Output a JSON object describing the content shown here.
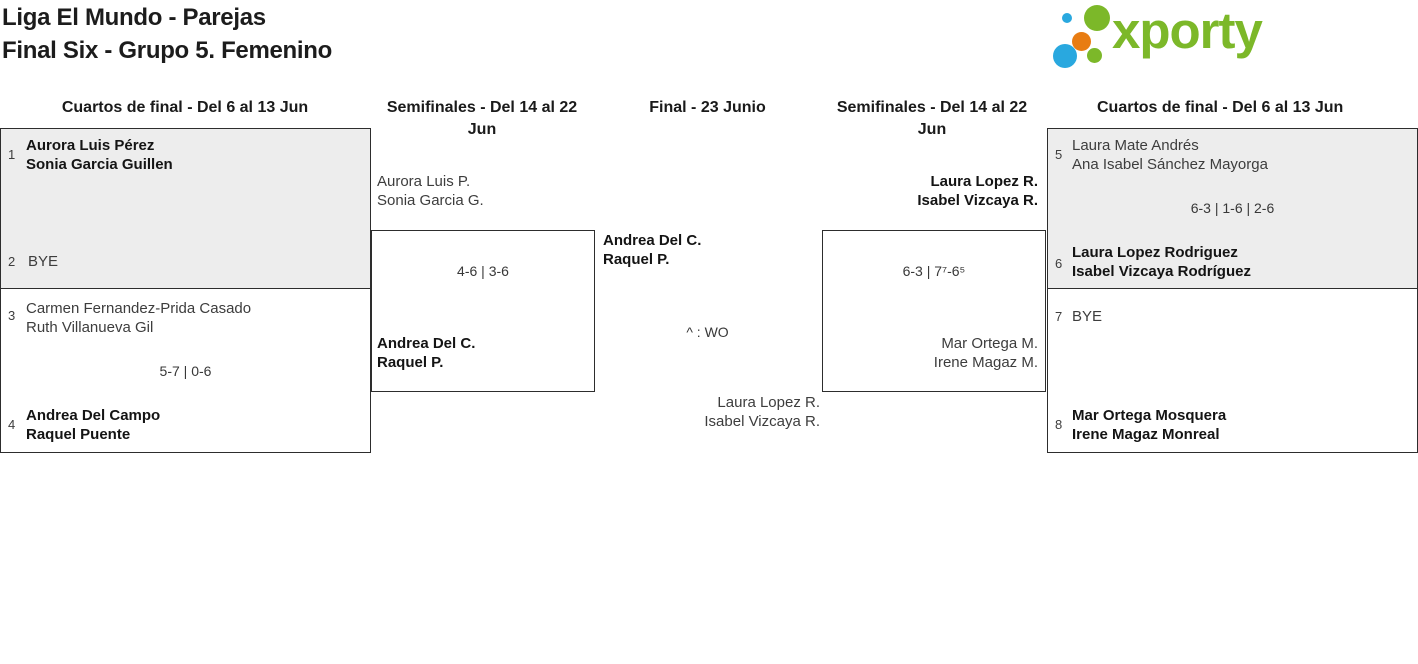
{
  "header": {
    "title_line1": "Liga El Mundo - Parejas",
    "title_line2": "Final Six - Grupo 5. Femenino"
  },
  "logo": {
    "text": "xporty",
    "brand_green": "#7cb829",
    "brand_blue": "#29a8df",
    "brand_orange": "#e87c12"
  },
  "round_headers": {
    "qf_left": "Cuartos de final - Del 6 al 13 Jun",
    "sf_left": "Semifinales - Del 14 al 22 Jun",
    "final": "Final - 23 Junio",
    "sf_right": "Semifinales - Del 14 al 22 Jun",
    "qf_right": "Cuartos de final - Del 6 al 13 Jun"
  },
  "matches": {
    "qf1": {
      "seed_top": "1",
      "team_top": [
        "Aurora Luis Pérez",
        "Sonia Garcia Guillen"
      ],
      "seed_bottom": "2",
      "team_bottom": [
        "BYE"
      ]
    },
    "qf2": {
      "seed_top": "3",
      "team_top": [
        "Carmen Fernandez-Prida Casado",
        "Ruth Villanueva Gil"
      ],
      "score": "5-7 | 0-6",
      "seed_bottom": "4",
      "team_bottom": [
        "Andrea Del Campo",
        "Raquel Puente"
      ]
    },
    "sf1": {
      "team_top": [
        "Aurora Luis P.",
        "Sonia Garcia G."
      ],
      "score": "4-6 | 3-6",
      "team_bottom": [
        "Andrea Del C.",
        "Raquel P."
      ]
    },
    "final": {
      "team_top": [
        "Andrea Del C.",
        "Raquel P."
      ],
      "score": "^ : WO",
      "team_bottom": [
        "Laura Lopez R.",
        "Isabel Vizcaya R."
      ]
    },
    "sf2": {
      "team_top": [
        "Laura Lopez R.",
        "Isabel Vizcaya R."
      ],
      "score": "6-3 | 7⁷-6⁵",
      "team_bottom": [
        "Mar Ortega M.",
        "Irene Magaz M."
      ]
    },
    "qf3": {
      "seed_top": "5",
      "team_top": [
        "Laura Mate Andrés",
        "Ana Isabel Sánchez Mayorga"
      ],
      "score": "6-3 | 1-6 | 2-6",
      "seed_bottom": "6",
      "team_bottom": [
        "Laura Lopez Rodriguez",
        "Isabel Vizcaya Rodríguez"
      ]
    },
    "qf4": {
      "seed_top": "7",
      "team_top": [
        "BYE"
      ],
      "seed_bottom": "8",
      "team_bottom": [
        "Mar Ortega Mosquera",
        "Irene Magaz Monreal"
      ]
    }
  }
}
